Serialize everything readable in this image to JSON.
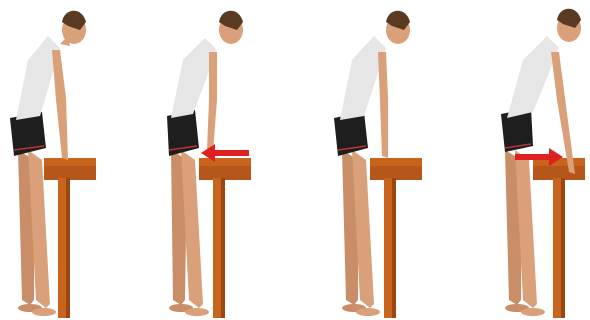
{
  "panels": [
    {
      "id": 1,
      "arrow": "none"
    },
    {
      "id": 2,
      "arrow": "left"
    },
    {
      "id": 3,
      "arrow": "none"
    },
    {
      "id": 4,
      "arrow": "right"
    }
  ],
  "colors": {
    "skin": "#d9a07a",
    "skin_shade": "#b8795a",
    "hair": "#5b3a22",
    "shirt": "#e6e6e6",
    "shorts": "#1e1e1e",
    "table": "#c8641c",
    "table_dark": "#9a4712",
    "arrow": "#e02020"
  }
}
